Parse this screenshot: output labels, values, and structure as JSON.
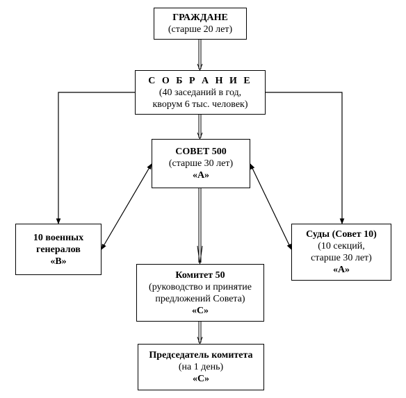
{
  "nodes": {
    "citizens": {
      "title": "ГРАЖДАНЕ",
      "line1": "(старше 20 лет)"
    },
    "assembly": {
      "title": "С О Б Р А Н И Е",
      "line1": "(40 заседаний в год,",
      "line2": "кворум 6 тыс. человек)"
    },
    "council": {
      "title": "СОВЕТ 500",
      "line1": "(старше 30 лет)",
      "mark": "«А»"
    },
    "generals": {
      "title1": "10 военных",
      "title2": "генералов",
      "mark": "«В»"
    },
    "courts": {
      "title": "Суды (Совет 10)",
      "line1": "(10 секций,",
      "line2": "старше 30 лет)",
      "mark": "«А»"
    },
    "committee": {
      "title": "Комитет 50",
      "line1": "(руководство и принятие",
      "line2": "предложений Совета)",
      "mark": "«С»"
    },
    "chairman": {
      "title": "Председатель комитета",
      "line1": "(на 1 день)",
      "mark": "«С»"
    }
  }
}
